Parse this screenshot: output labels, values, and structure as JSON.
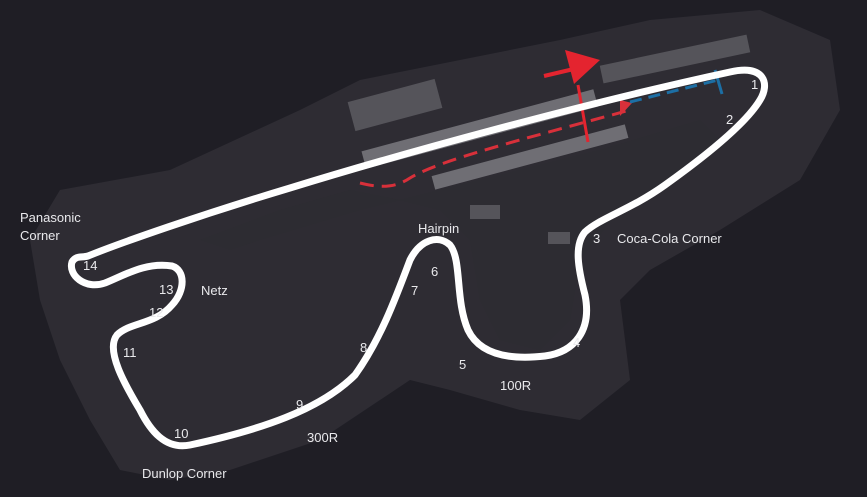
{
  "colors": {
    "background": "#1f1e25",
    "ground": "#3a393f",
    "ground_dark": "#2d2c32",
    "pit_structures": "#6f6e74",
    "track": "#ffffff",
    "label_text": "#e9e9ec",
    "pit_lane": "#d8303a",
    "sector_line": "#1c6fa5",
    "arrow": "#e4242f"
  },
  "icons": {
    "direction": "red-arrow-icon",
    "pit_entry": "red-dashed-line",
    "start_finish": "blue-dashed-line"
  },
  "turns": [
    "1",
    "2",
    "3",
    "4",
    "5",
    "6",
    "7",
    "8",
    "9",
    "10",
    "11",
    "12",
    "13",
    "14"
  ],
  "areas": {
    "hairpin": "Hairpin",
    "coca_cola": "Coca-Cola Corner",
    "netz": "Netz",
    "hundred_r": "100R",
    "three_hundred_r": "300R",
    "dunlop": "Dunlop Corner",
    "panasonic": "Panasonic Corner"
  }
}
